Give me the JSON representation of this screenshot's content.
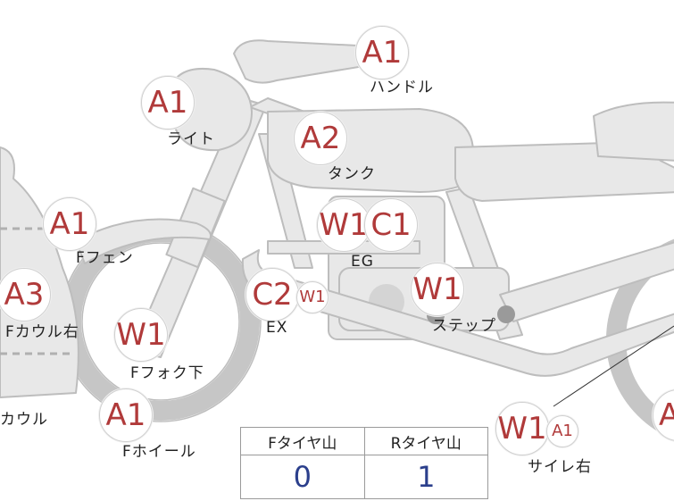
{
  "badges": {
    "handle_code": "A1",
    "light_code": "A1",
    "tank_code": "A2",
    "eg_w_code": "W1",
    "eg_c_code": "C1",
    "f_fender_code": "A1",
    "f_cowl_right_code": "A3",
    "ex_c_code": "C2",
    "ex_w_code": "W1",
    "step_code": "W1",
    "f_fork_code": "W1",
    "f_wheel_code": "A1",
    "silencer_w_code": "W1",
    "silencer_a_code": "A1",
    "right_edge_code": "A"
  },
  "labels": {
    "handle": "ハンドル",
    "light": "ライト",
    "tank": "タンク",
    "eg": "EG",
    "f_fender": "Fフェン",
    "f_cowl_right": "Fカウル右",
    "ex": "EX",
    "step": "ステップ",
    "f_fork": "Fフォク下",
    "f_wheel": "Fホイール",
    "cowl": "カウル",
    "silencer_right": "サイレ右"
  },
  "tire_table": {
    "f_header": "Fタイヤ山",
    "r_header": "Rタイヤ山",
    "f_value": "0",
    "r_value": "1"
  },
  "colors": {
    "badge_text": "#b03a3a",
    "value_text": "#2b3f8c",
    "bike_fill": "#e8e8e8",
    "bike_stroke": "#bdbdbd"
  }
}
